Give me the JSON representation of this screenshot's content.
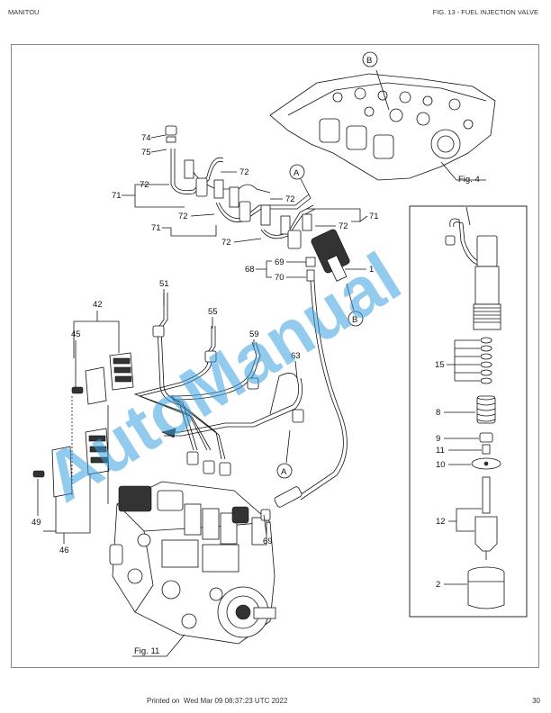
{
  "header": {
    "brand": "MANITOU",
    "figure": "FIG. 13 - FUEL INJECTION VALVE"
  },
  "footer": {
    "printed_label": "Printed on",
    "printed_date": "Wed Mar 09 08:37:23 UTC 2022",
    "page_number": "30"
  },
  "watermark": "AutoManual",
  "callouts": {
    "c74": "74",
    "c75": "75",
    "c71a": "71",
    "c72a": "72",
    "c72b": "72",
    "c72c": "72",
    "c72d": "72",
    "c72e": "72",
    "c72f": "72",
    "c71b": "71",
    "c71c": "71",
    "c69a": "69",
    "c70": "70",
    "c68": "68",
    "c1": "1",
    "c51": "51",
    "c42": "42",
    "c45": "45",
    "c55": "55",
    "c59": "59",
    "c63": "63",
    "c46": "46",
    "c49": "49",
    "c69b": "69",
    "c15": "15",
    "c8": "8",
    "c9": "9",
    "c11": "11",
    "c10": "10",
    "c12": "12",
    "c2": "2"
  },
  "ref_circles": {
    "a1": "A",
    "a2": "A",
    "b1": "B",
    "b2": "B"
  },
  "fig_refs": {
    "fig4": "Fig. 4",
    "fig11": "Fig. 11"
  }
}
